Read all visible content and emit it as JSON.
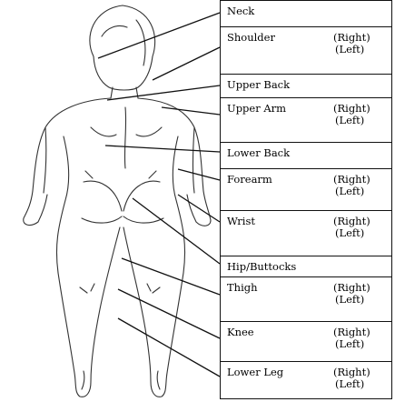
{
  "regions": [
    {
      "name": "Neck",
      "sides": []
    },
    {
      "name": "Shoulder",
      "sides": [
        "(Right)",
        "(Left)"
      ]
    },
    {
      "name": "Upper Back",
      "sides": []
    },
    {
      "name": "Upper Arm",
      "sides": [
        "(Right)",
        "(Left)"
      ]
    },
    {
      "name": "Lower Back",
      "sides": []
    },
    {
      "name": "Forearm",
      "sides": [
        "(Right)",
        "(Left)"
      ]
    },
    {
      "name": "Wrist",
      "sides": [
        "(Right)",
        "(Left)"
      ]
    },
    {
      "name": "Hip/Buttocks",
      "sides": []
    },
    {
      "name": "Thigh",
      "sides": [
        "(Right)",
        "(Left)"
      ]
    },
    {
      "name": "Knee",
      "sides": [
        "(Right)",
        "(Left)"
      ]
    },
    {
      "name": "Lower Leg",
      "sides": [
        "(Right)",
        "(Left)"
      ]
    }
  ],
  "colors": {
    "line": "#111111",
    "figure_stroke": "#333333",
    "background": "#ffffff"
  }
}
